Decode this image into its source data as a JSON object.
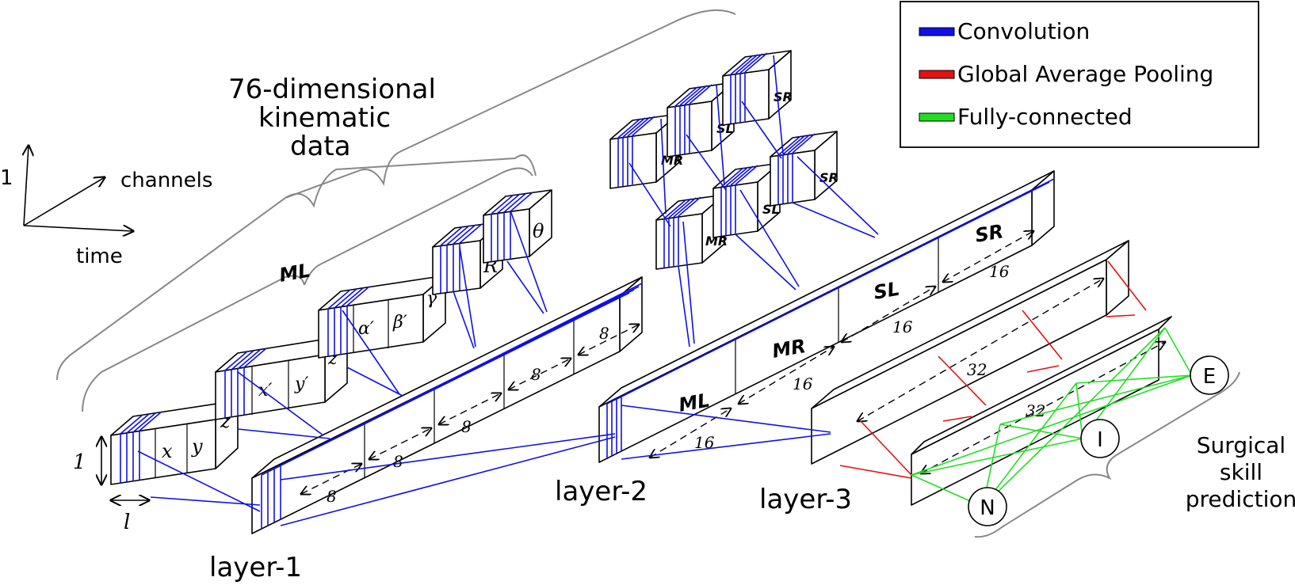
{
  "legend": {
    "items": [
      {
        "label": "Convolution",
        "color": "#1010e6"
      },
      {
        "label": "Global Average Pooling",
        "color": "#e61010"
      },
      {
        "label": "Fully-connected",
        "color": "#22dd22"
      }
    ]
  },
  "axes": {
    "vertical_label": "1",
    "channels_label": "channels",
    "time_label": "time"
  },
  "input": {
    "title_lines": [
      "76-dimensional",
      "kinematic",
      "data"
    ],
    "group_label": "ML",
    "height_label": "1",
    "width_label": "l",
    "cells": {
      "pos": [
        "x",
        "y",
        "z"
      ],
      "vel": [
        "x′",
        "y′",
        "z′"
      ],
      "ang": [
        "α′",
        "β′",
        "γ′"
      ],
      "rot": "R",
      "grip": "θ"
    }
  },
  "layer1": {
    "label": "layer-1",
    "segment_value": "8"
  },
  "layer2": {
    "label": "layer-2",
    "segments": [
      "ML",
      "MR",
      "SL",
      "SR"
    ],
    "segment_value": "16",
    "mid_blocks": [
      "MR",
      "SL",
      "SR"
    ],
    "top_blocks": [
      "MR",
      "SL",
      "SR"
    ]
  },
  "layer3": {
    "label": "layer-3",
    "dim_label": "32"
  },
  "output": {
    "nodes": [
      "N",
      "I",
      "E"
    ],
    "caption_lines": [
      "Surgical",
      "skill",
      "prediction"
    ]
  }
}
